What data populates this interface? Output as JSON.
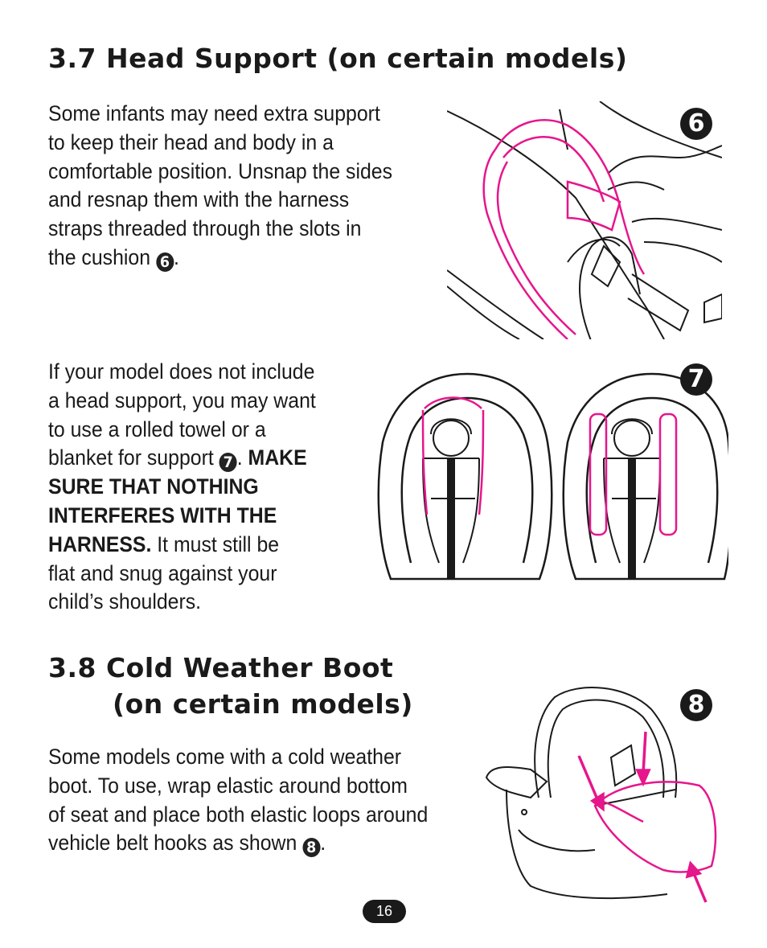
{
  "section_37": {
    "heading": "3.7 Head Support (on certain models)",
    "para1": {
      "lines": [
        "Some infants may need extra support",
        "to keep their head and body in a",
        "comfortable position. Unsnap the sides",
        "and resnap them with the harness",
        "straps threaded through the slots in"
      ],
      "last_line_text": "the cushion ",
      "ref": "6",
      "after_ref": "."
    },
    "para2": {
      "lines": [
        "If your model does not include",
        "a head support, you may want",
        "to use a rolled towel or a"
      ],
      "line4_text": "blanket for support ",
      "ref": "7",
      "line4_after_ref": ". ",
      "line4_bold": "MAKE",
      "bold_lines": [
        "SURE THAT NOTHING",
        "INTERFERES WITH THE"
      ],
      "line8_bold": "HARNESS.",
      "line8_text": " It must still be",
      "tail_lines": [
        "flat and snug against your",
        "child’s shoulders."
      ]
    }
  },
  "section_38": {
    "heading_line1": "3.8 Cold Weather Boot",
    "heading_line2": "(on certain models)",
    "para": {
      "lines": [
        "Some models come with a cold weather",
        "boot. To use, wrap elastic around bottom",
        "of seat and place both elastic loops around"
      ],
      "last_line_text": "vehicle belt hooks as shown ",
      "ref": "8",
      "after_ref": "."
    }
  },
  "figures": {
    "fig6_label": "6",
    "fig7_label": "7",
    "fig8_label": "8"
  },
  "page_number": "16",
  "colors": {
    "accent": "#e6168c",
    "ink": "#1a1a1a"
  }
}
